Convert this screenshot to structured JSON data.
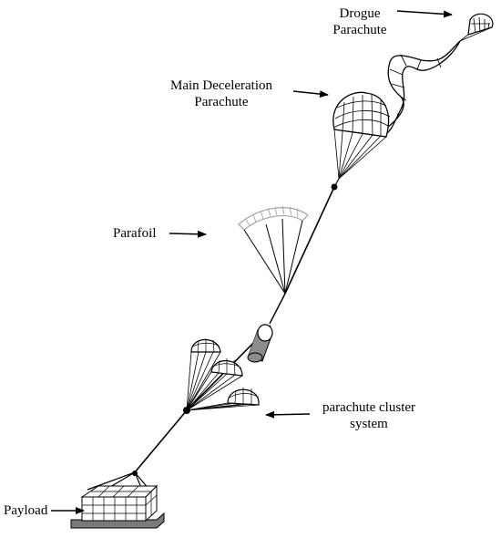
{
  "labels": {
    "drogue": {
      "line1": "Drogue",
      "line2": "Parachute"
    },
    "main_deceleration": {
      "line1": "Main Deceleration",
      "line2": "Parachute"
    },
    "parafoil": "Parafoil",
    "cluster": {
      "line1": "parachute cluster",
      "line2": "system"
    },
    "payload": "Payload"
  },
  "colors": {
    "line": "#000000",
    "parafoil_stroke": "#9a9a9a",
    "payload_base": "#7a7a7a",
    "canister": "#8c8c8c"
  }
}
